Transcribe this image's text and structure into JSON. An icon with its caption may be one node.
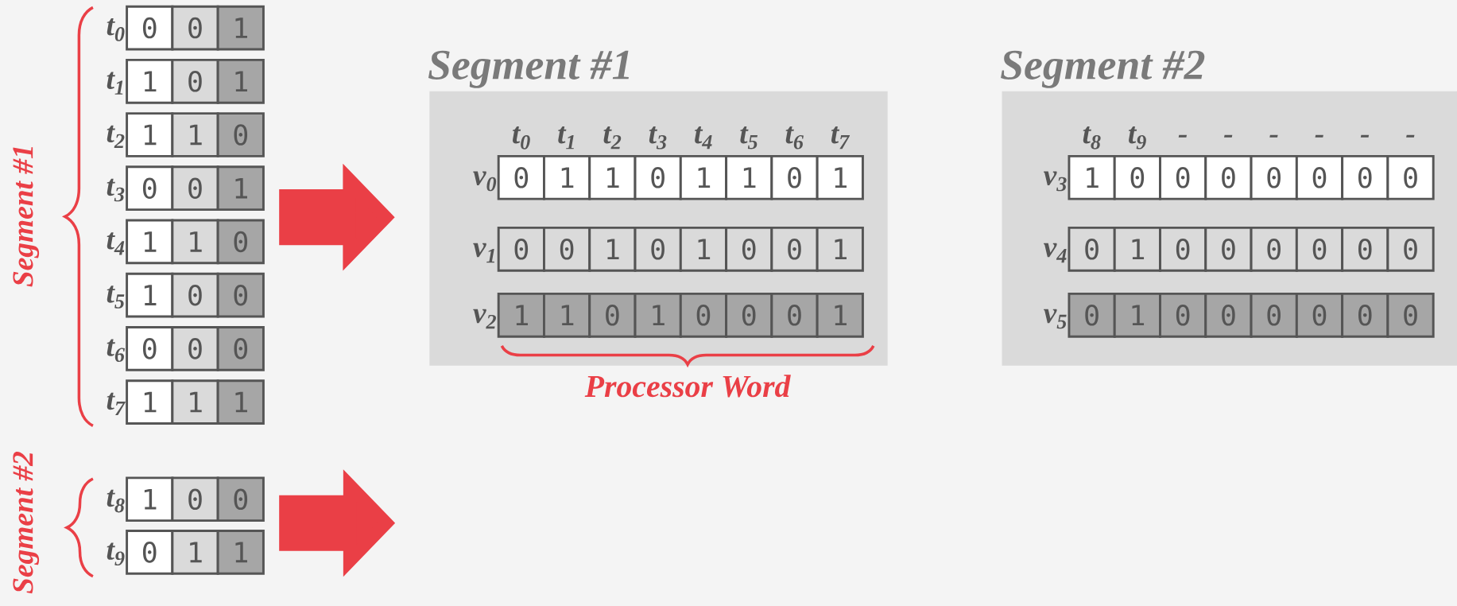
{
  "diagram": {
    "nodes": [
      {
        "text": [
          "Segment #1"
        ]
      },
      {
        "text": [
          "Segment #2"
        ]
      },
      {
        "text": [
          "Segment #1"
        ],
        "beside": [
          "Processor Word"
        ]
      },
      {
        "text": [
          "Segment #2"
        ]
      }
    ],
    "edges": [
      {
        "from": 0,
        "to": 2,
        "arrow": "to"
      },
      {
        "from": 1,
        "to": null,
        "arrow": "to"
      }
    ],
    "labels": [
      "t$_{0}$",
      "0",
      "0",
      "1",
      "t$_{1}$",
      "1",
      "0",
      "1",
      "t$_{2}$",
      "1",
      "1",
      "0",
      "t$_{3}$",
      "0",
      "0",
      "1",
      "t$_{4}$",
      "1",
      "1",
      "0",
      "t$_{5}$",
      "1",
      "0",
      "0",
      "t$_{6}$",
      "0",
      "0",
      "0",
      "t$_{7}$",
      "1",
      "1",
      "1",
      "t$_{8}$",
      "1",
      "0",
      "0",
      "t$_{9}$",
      "0",
      "1",
      "1",
      "t$_{0}$",
      "t$_{1}$",
      "t$_{2}$",
      "t$_{3}$",
      "t$_{4}$",
      "t$_{5}$",
      "t$_{6}$",
      "t$_{7}$",
      "v$_{0}$",
      "0",
      "1",
      "1",
      "0",
      "1",
      "1",
      "0",
      "1",
      "v$_{1}$",
      "0",
      "0",
      "1",
      "0",
      "1",
      "0",
      "0",
      "1",
      "v$_{2}$",
      "1",
      "1",
      "0",
      "1",
      "0",
      "0",
      "0",
      "1",
      "t$_{8}$",
      "t$_{9}$",
      "-",
      "-",
      "-",
      "-",
      "-",
      "-",
      "v$_{3}$",
      "1",
      "0",
      "0",
      "0",
      "0",
      "0",
      "0",
      "0",
      "v$_{4}$",
      "0",
      "1",
      "0",
      "0",
      "0",
      "0",
      "0",
      "0",
      "v$_{5}$",
      "0",
      "1",
      "0",
      "0",
      "0",
      "0",
      "0",
      "0"
    ]
  }
}
